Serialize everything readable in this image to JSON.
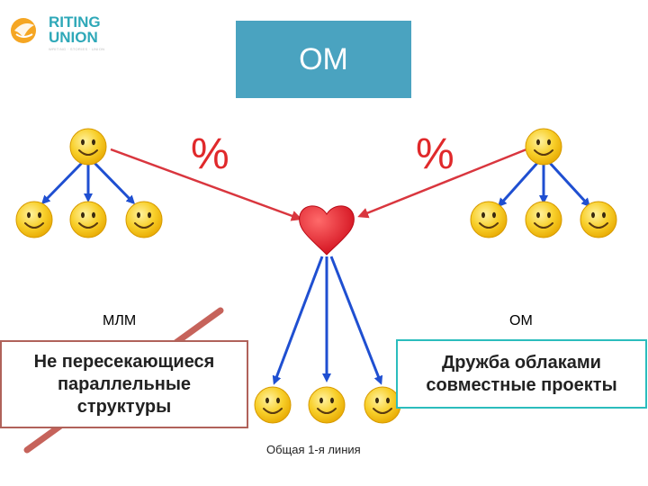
{
  "logo": {
    "line1": "RITING",
    "line2": "UNION",
    "tagline": "WRITING · STORIES · UNION"
  },
  "top_box": {
    "label": "ОМ"
  },
  "percent_left": "%",
  "percent_right": "%",
  "left_group_label": "МЛМ",
  "right_group_label": "ОМ",
  "left_box_text": "Не пересекающиеся\nпараллельные\nструктуры",
  "right_box_text": "Дружба облаками\nсовместные проекты",
  "bottom_caption": "Общая 1-я линия",
  "colors": {
    "om_box": "#4aa3c0",
    "red_arrow": "#d9363e",
    "blue_arrow": "#1f4fd1",
    "heart": "#e8202c",
    "smiley": "#f6c21b",
    "cross_line": "#c2564e",
    "left_box_border": "#b0625a",
    "right_box_border": "#2bbdbd"
  },
  "icons": [
    "smiley-icon",
    "heart-icon",
    "logo-icon"
  ]
}
